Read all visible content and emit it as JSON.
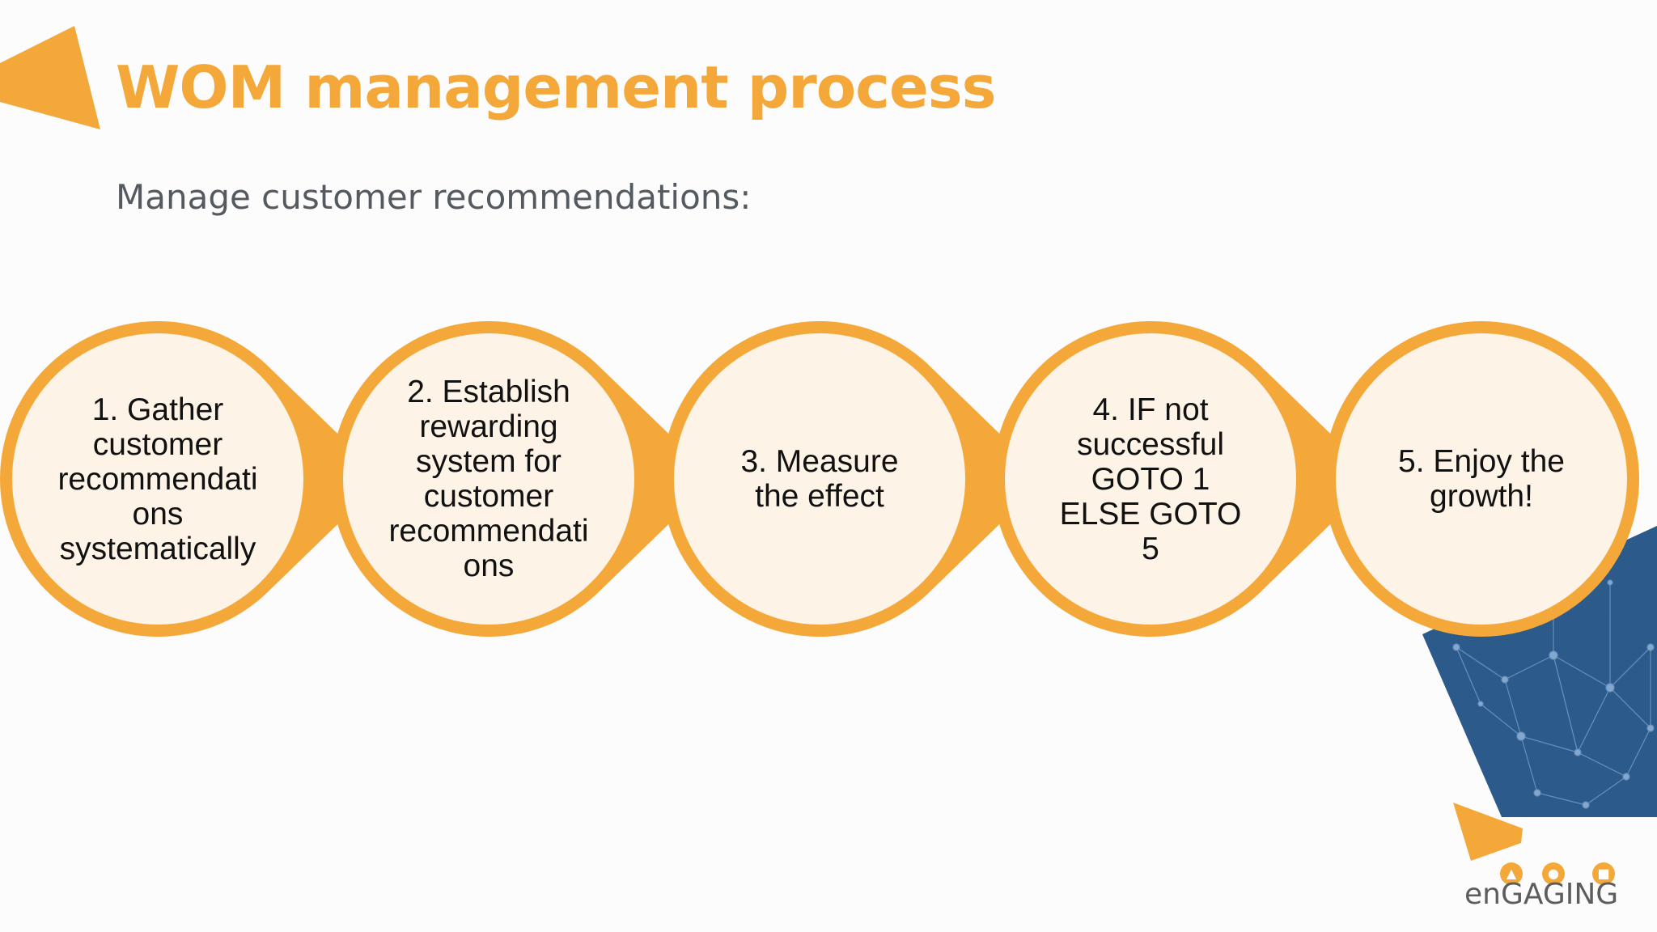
{
  "slide": {
    "title": "WOM management process",
    "subtitle": "Manage customer recommendations:"
  },
  "steps": [
    {
      "label": "1. Gather\ncustomer\nrecommendati\nons\nsystematically"
    },
    {
      "label": "2. Establish\nrewarding\nsystem for\ncustomer\nrecommendati\nons"
    },
    {
      "label": "3. Measure\nthe effect"
    },
    {
      "label": "4. IF not\nsuccessful\nGOTO 1\nELSE GOTO\n5"
    },
    {
      "label": "5. Enjoy the\ngrowth!"
    }
  ],
  "logo": {
    "text": "enGAGING",
    "icons": [
      "rocket-icon",
      "handshake-icon",
      "graduation-cap-icon"
    ]
  },
  "colors": {
    "accent": "#f4a83a",
    "circle_fill": "#fdf3e6",
    "title": "#f4a83a",
    "subtitle": "#555a60",
    "network_panel": "#2b5a8c"
  }
}
